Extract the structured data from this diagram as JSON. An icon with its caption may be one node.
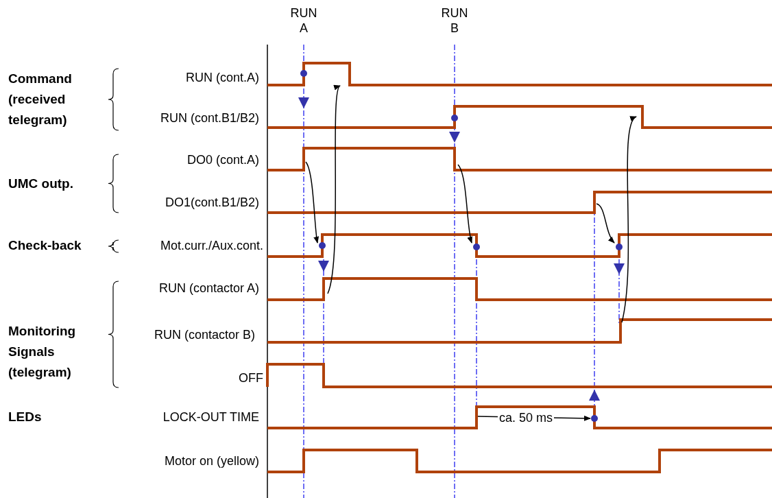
{
  "diagram": {
    "labels": [
      "RUN A",
      "RUN B",
      "Command (received telegram)",
      "RUN (cont.A)",
      "RUN (cont.B1/B2)",
      "UMC outp.",
      "DO0 (cont.A)",
      "DO1(cont.B1/B2)",
      "Check-back",
      "Mot.curr./Aux.cont.",
      "RUN (contactor A)",
      "Monitoring Signals (telegram)",
      "RUN (contactor B)",
      "OFF",
      "LEDs",
      "LOCK-OUT TIME",
      "ca. 50 ms",
      "Motor on (yellow)"
    ]
  }
}
